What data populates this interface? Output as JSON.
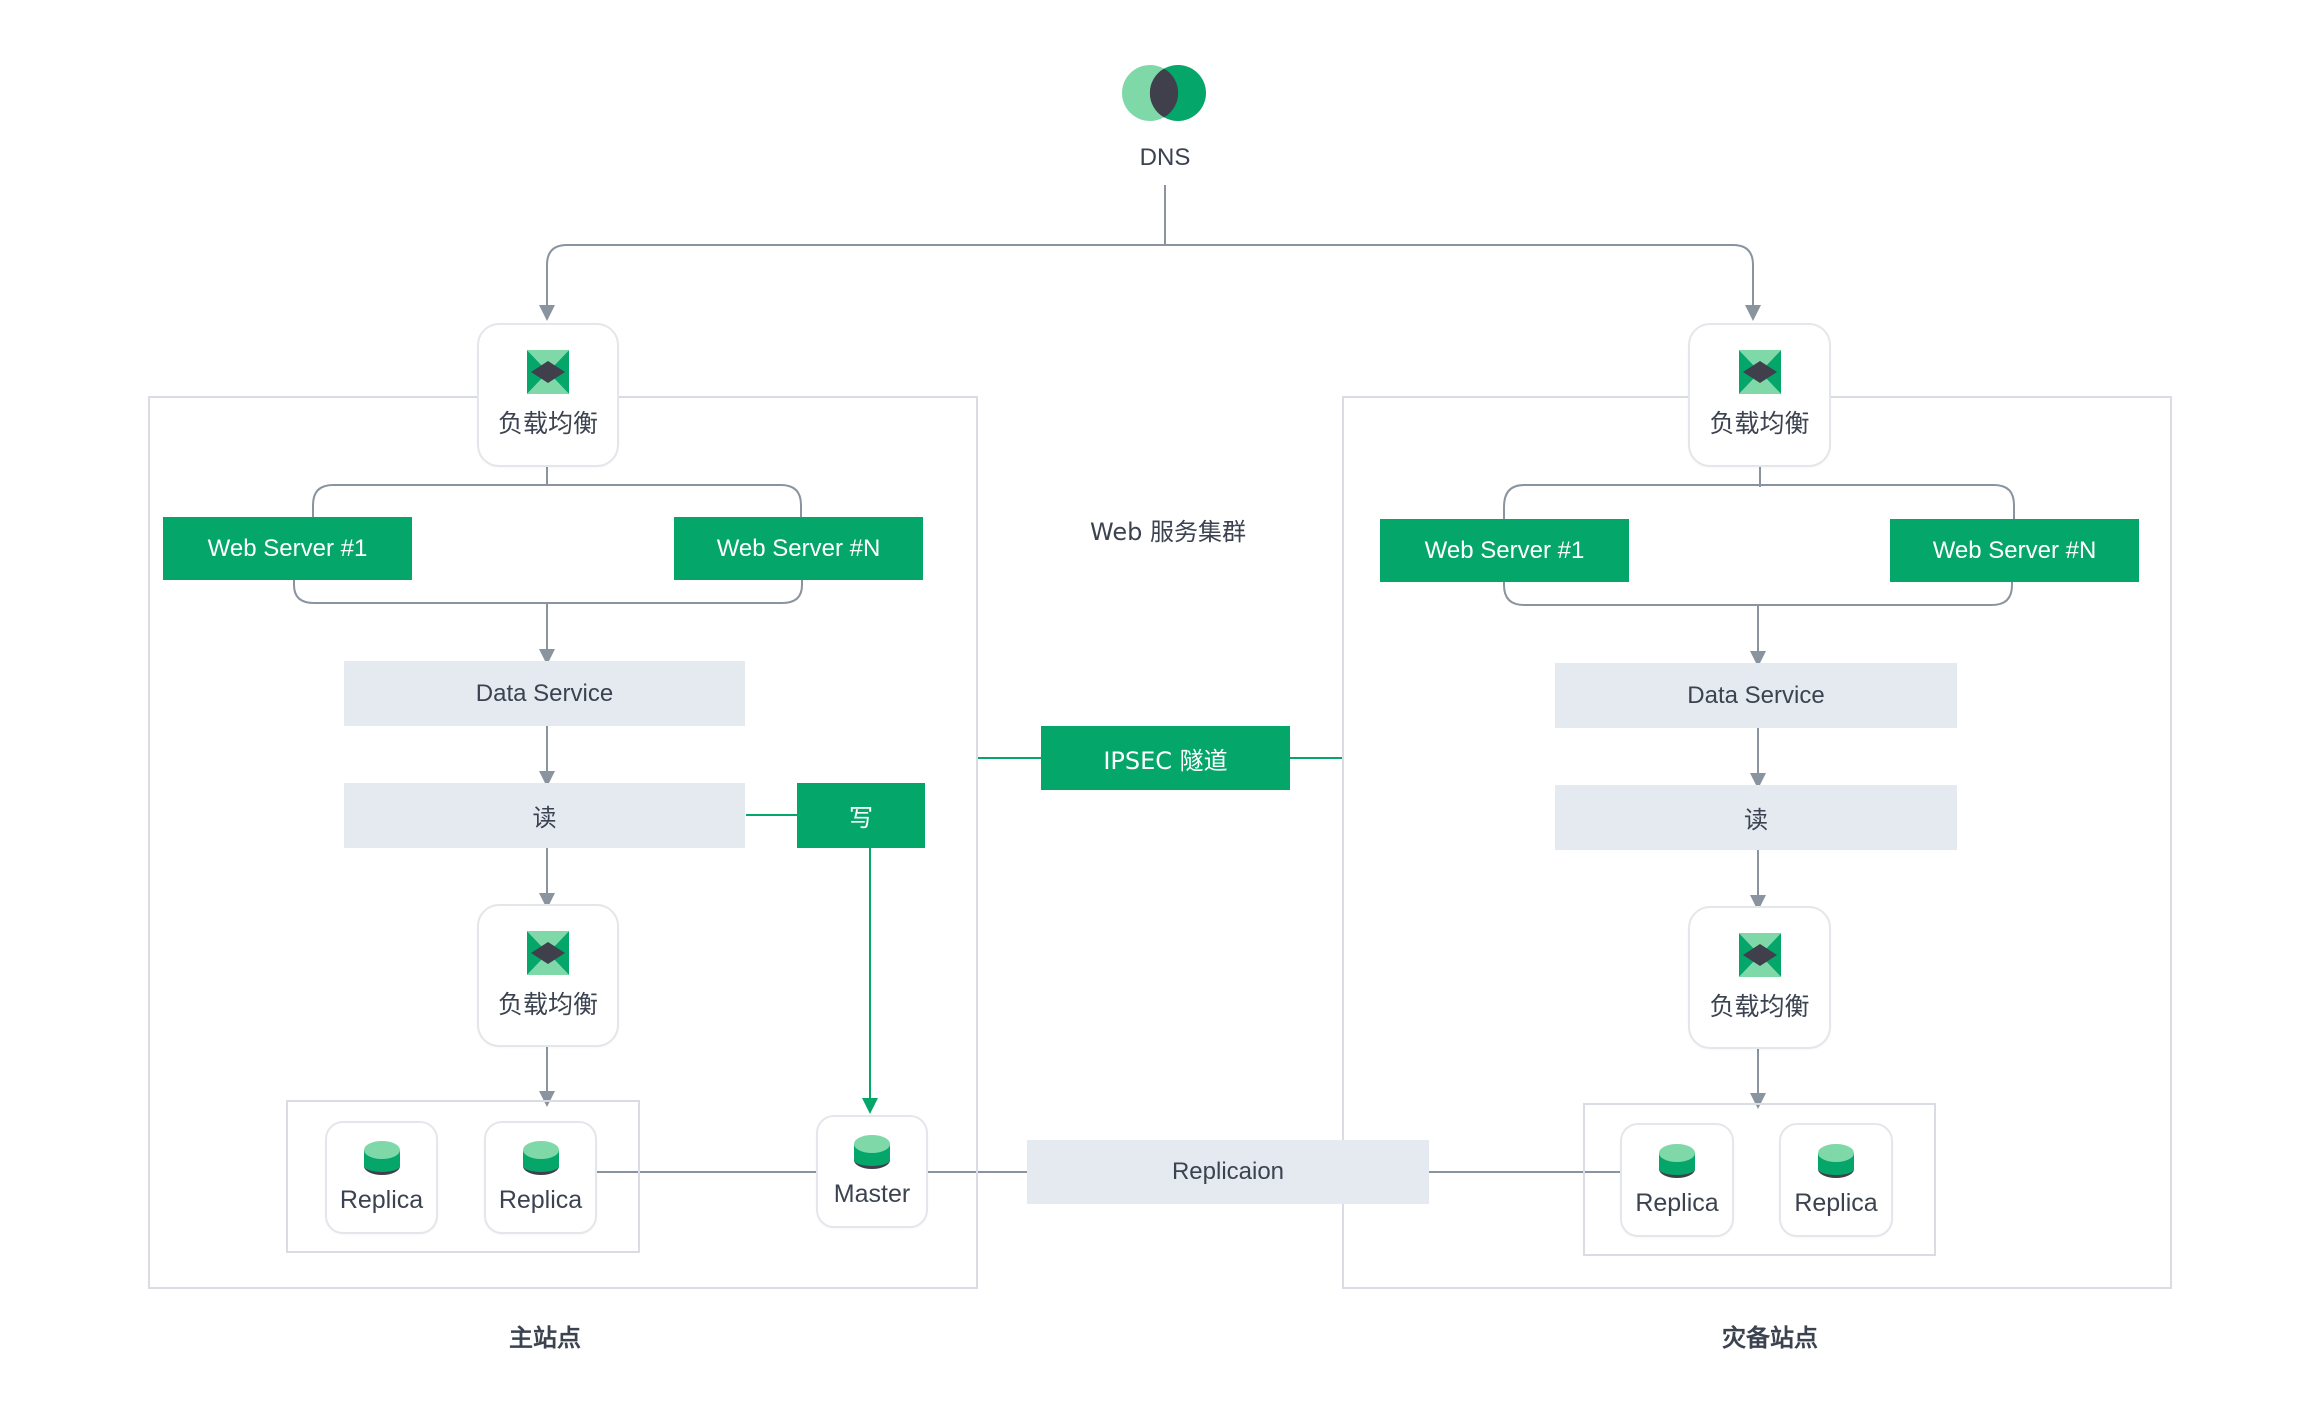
{
  "colors": {
    "accent": "#05a66a",
    "accent_light": "#7fd8a7",
    "dark": "#40404c",
    "panel": "#e5eaf1",
    "line": "#8a949f"
  },
  "dns": {
    "label": "DNS",
    "icon": "dns-venn-icon"
  },
  "cluster_label": "Web 服务集群",
  "tunnel_label": "IPSEC 隧道",
  "replication_label": "Replicaion",
  "primary": {
    "site_label": "主站点",
    "lb_top": "负载均衡",
    "web1": "Web Server #1",
    "webN": "Web Server #N",
    "data_service": "Data Service",
    "read": "读",
    "write": "写",
    "lb_bottom": "负载均衡",
    "replica1": "Replica",
    "replica2": "Replica",
    "master": "Master"
  },
  "dr": {
    "site_label": "灾备站点",
    "lb_top": "负载均衡",
    "web1": "Web Server #1",
    "webN": "Web Server #N",
    "data_service": "Data Service",
    "read": "读",
    "lb_bottom": "负载均衡",
    "replica1": "Replica",
    "replica2": "Replica"
  }
}
